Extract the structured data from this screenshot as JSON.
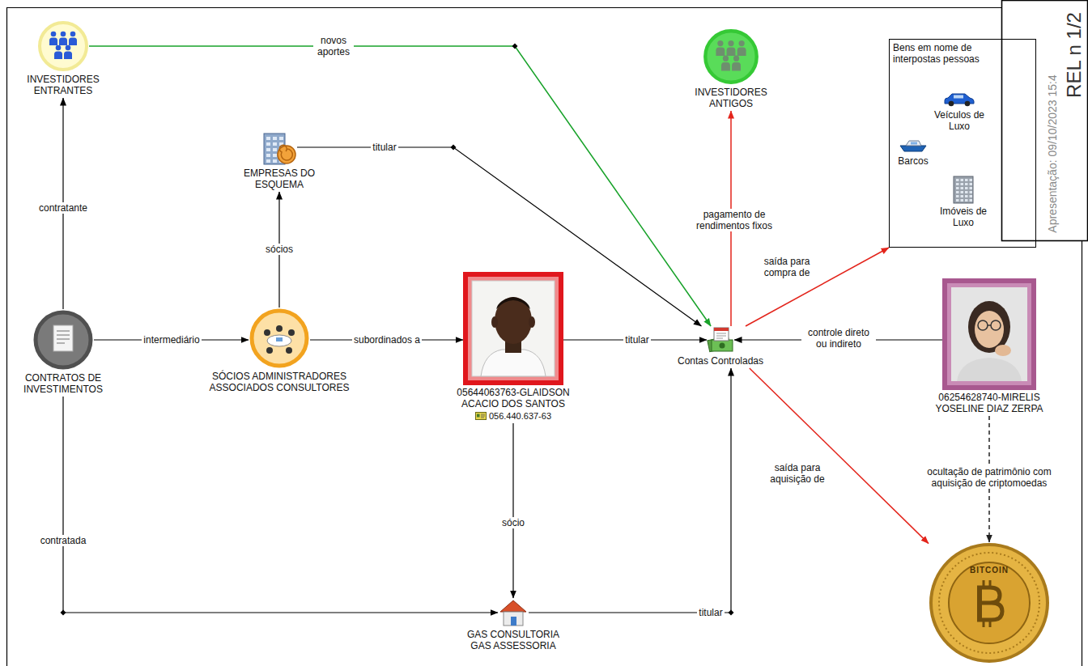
{
  "diagram": {
    "nodes": [
      {
        "text": [
          "INVESTIDORES ENTRANTES"
        ]
      },
      {
        "text": [
          "INVESTIDORES ANTIGOS"
        ]
      },
      {
        "text": [
          "Bens em nome de interpostas pessoas"
        ]
      },
      {
        "text": [
          "Veículos de Luxo"
        ],
        "in": 2
      },
      {
        "text": [
          "Barcos"
        ],
        "in": 2
      },
      {
        "text": [
          "Imóveis de Luxo"
        ],
        "in": 2
      },
      {
        "text": [
          "EMPRESAS DO ESQUEMA"
        ]
      },
      {
        "text": [
          "CONTRATOS DE INVESTIMENTOS"
        ]
      },
      {
        "text": [
          "SÓCIOS ADMINISTRADORES ASSOCIADOS CONSULTORES"
        ]
      },
      {
        "text": [
          "05644063763-GLAIDSON ACACIO DOS SANTOS",
          "056.440.637-63"
        ]
      },
      {
        "text": [
          "Contas Controladas"
        ]
      },
      {
        "text": [
          "06254628740-MIRELIS YOSELINE DIAZ ZERPA"
        ]
      },
      {
        "text": [
          "GAS CONSULTORIA GAS ASSESSORIA"
        ]
      },
      {
        "text": [
          "BITCOIN"
        ]
      }
    ],
    "edges": [
      {
        "from": 7,
        "to": 0,
        "label": "contratante",
        "arrow": "to"
      },
      {
        "from": 7,
        "to": 8,
        "label": "intermediário",
        "arrow": "to"
      },
      {
        "from": 8,
        "to": 6,
        "label": "sócios",
        "arrow": "to"
      },
      {
        "from": 8,
        "to": 9,
        "label": "subordinados a",
        "arrow": "to"
      },
      {
        "from": 9,
        "to": 10,
        "label": "titular",
        "arrow": "to"
      },
      {
        "from": 9,
        "to": 12,
        "label": "sócio",
        "arrow": "to"
      },
      {
        "from": 0,
        "to": 10,
        "label": "novos aportes",
        "arrow": "to"
      },
      {
        "from": 6,
        "to": 10,
        "label": "titular",
        "arrow": "to"
      },
      {
        "from": 12,
        "to": 10,
        "label": "titular",
        "arrow": "to"
      },
      {
        "from": 7,
        "to": 12,
        "label": "contratada",
        "arrow": "to"
      },
      {
        "from": 10,
        "to": 1,
        "label": "pagamento de rendimentos fixos",
        "arrow": "to"
      },
      {
        "from": 10,
        "to": 2,
        "label": "saída para compra de",
        "arrow": "to"
      },
      {
        "from": 11,
        "to": 10,
        "label": "controle direto ou indireto",
        "arrow": "to"
      },
      {
        "from": 10,
        "to": 13,
        "label": "saída para aquisição de",
        "arrow": "to"
      },
      {
        "from": 11,
        "to": 13,
        "label": "ocultação de patrimônio com aquisição de criptomoedas",
        "arrow": "to"
      }
    ],
    "labels": [
      "Apresentação: 09/10/2023 15:4",
      "REL n 1/2"
    ]
  }
}
